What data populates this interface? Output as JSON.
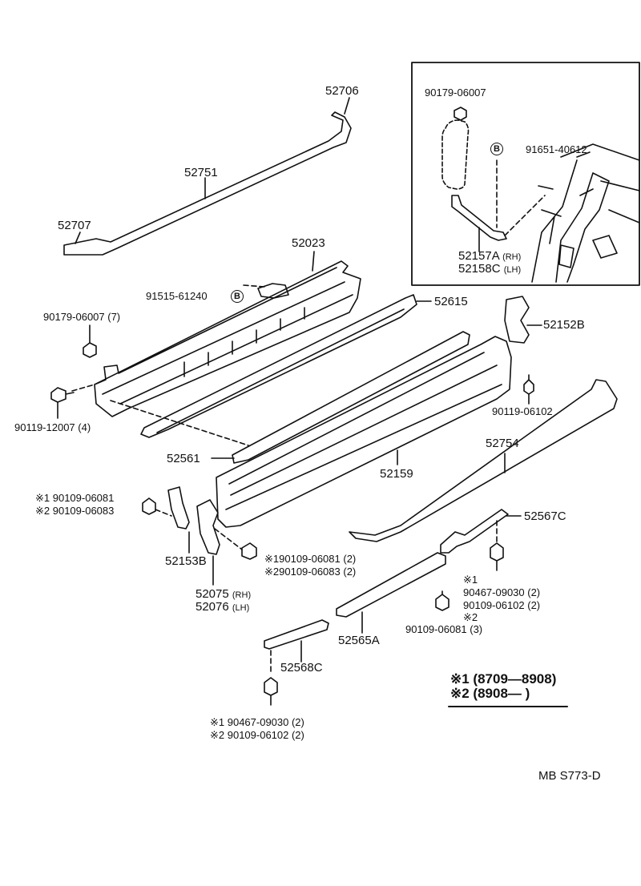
{
  "parts": {
    "p52706": "52706",
    "p52751": "52751",
    "p52707": "52707",
    "p52023": "52023",
    "p91515": "91515-61240",
    "p52615": "52615",
    "p90179_7": "90179-06007 (7)",
    "p52152b": "52152B",
    "p90119_12007": "90119-12007 (4)",
    "p90119_06102": "90119-06102",
    "p52561": "52561",
    "p52159": "52159",
    "p52754": "52754",
    "p1_90109_06081": "※1 90109-06081",
    "p2_90109_06083": "※2 90109-06083",
    "p52567c": "52567C",
    "p52153b": "52153B",
    "p1_90109_06081_2": "※190109-06081 (2)",
    "p2_90109_06083_2": "※290109-06083 (2)",
    "p52075": "52075",
    "p52075_side": "(RH)",
    "p52076": "52076",
    "p52076_side": "(LH)",
    "p1_mark": "※1",
    "p90467_09030_2": "90467-09030 (2)",
    "p90109_06102_2": "90109-06102 (2)",
    "p2_mark": "※2",
    "p90109_06081_3": "90109-06081 (3)",
    "p52565a": "52565A",
    "p52568c": "52568C",
    "p1_90467_bottom": "※1 90467-09030 (2)",
    "p2_90109_bottom": "※2 90109-06102 (2)"
  },
  "inset": {
    "p90179_06007": "90179-06007",
    "p91651": "91651-40612",
    "p52157a": "52157A",
    "p52157a_side": "(RH)",
    "p52158c": "52158C",
    "p52158c_side": "(LH)",
    "circle_b": "B"
  },
  "legend": {
    "line1": "※1 (8709—8908)",
    "line2": "※2 (8908—      )"
  },
  "footer_code": "MB  S773-D",
  "circle_b": "B"
}
